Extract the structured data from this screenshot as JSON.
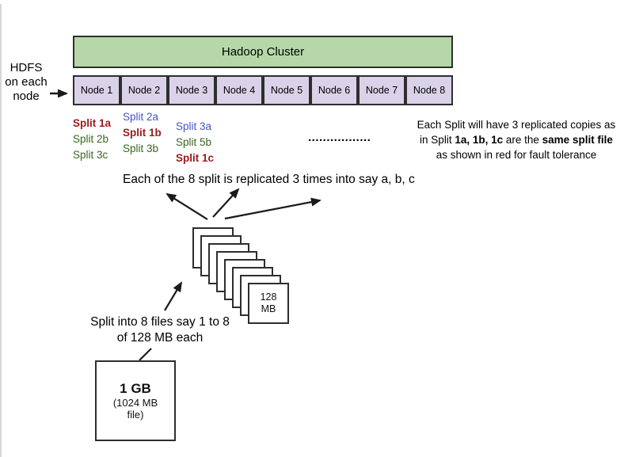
{
  "hdfs_label": "HDFS\non each\nnode",
  "cluster": {
    "title": "Hadoop Cluster"
  },
  "nodes": [
    {
      "label": "Node 1"
    },
    {
      "label": "Node 2"
    },
    {
      "label": "Node 3"
    },
    {
      "label": "Node 4"
    },
    {
      "label": "Node 5"
    },
    {
      "label": "Node 6"
    },
    {
      "label": "Node 7"
    },
    {
      "label": "Node 8"
    }
  ],
  "splits": {
    "node1": [
      {
        "label": "Split 1a",
        "color": "#9a1b1c"
      },
      {
        "label": "Split 2b",
        "color": "#38671f"
      },
      {
        "label": "Split 3c",
        "color": "#38671f"
      }
    ],
    "node2": [
      {
        "label": "Split 2a",
        "color": "#4255c4"
      },
      {
        "label": "Split 1b",
        "color": "#9a1b1c"
      },
      {
        "label": "Split 3b",
        "color": "#38671f"
      }
    ],
    "node3": [
      {
        "label": "Split 3a",
        "color": "#4255c4"
      },
      {
        "label": "Split 5b",
        "color": "#38671f"
      },
      {
        "label": "Split 1c",
        "color": "#9a1b1c"
      }
    ]
  },
  "dotted_line": ".................",
  "replica_note": {
    "line1": "Each Split will have 3 replicated copies as",
    "line2_pre": "in Split ",
    "line2_bold1": "1a, 1b, 1c",
    "line2_mid": " are the ",
    "line2_bold2": "same split file",
    "line3": "as shown in red for fault tolerance"
  },
  "replicate_caption": "Each of the 8 split is replicated 3 times into say a, b, c",
  "file_stack": {
    "count": 8,
    "front_label": "128\nMB"
  },
  "split_caption": "Split into 8 files say 1 to 8\nof 128 MB each",
  "source_box": {
    "title": "1 GB",
    "subtitle": "(1024 MB\nfile)"
  },
  "colors": {
    "cluster_fill": "#b6d7a8",
    "node_fill": "#d9d2e9",
    "box_border": "#2e2e2e",
    "split_red": "#9a1b1c",
    "split_green": "#38671f",
    "split_blue": "#4255c4"
  }
}
